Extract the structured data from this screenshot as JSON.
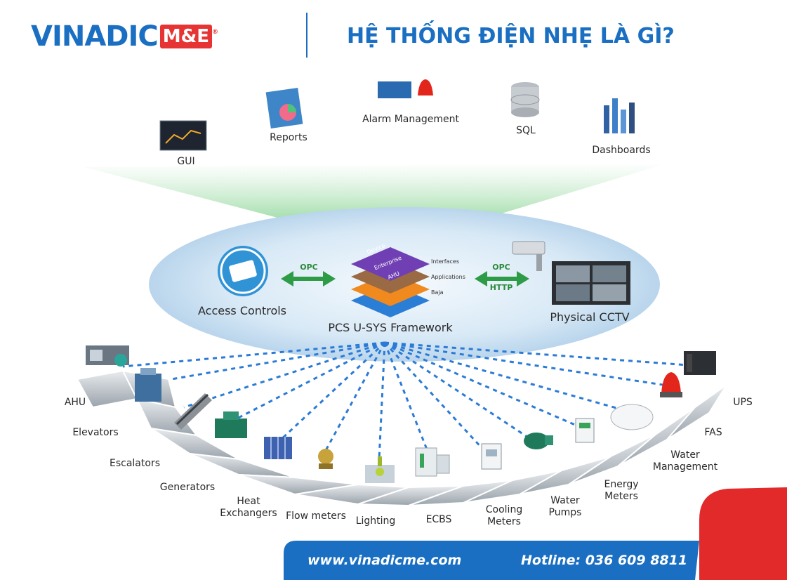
{
  "header": {
    "logo_text": "VINADIC",
    "logo_badge": "M&E",
    "logo_reg": "®",
    "title": "HỆ THỐNG ĐIỆN NHẸ LÀ GÌ?"
  },
  "diagram": {
    "top_nodes": {
      "gui": "GUI",
      "reports": "Reports",
      "alarm": "Alarm Management",
      "sql": "SQL",
      "dashboards": "Dashboards"
    },
    "center": {
      "framework": "PCS U-SYS Framework",
      "layer_device": "Device",
      "layer_enterprise": "Enterprise",
      "layer_ahu": "AHU",
      "side_interfaces": "Interfaces",
      "side_applications": "Applications",
      "side_baja": "Baja",
      "access_controls": "Access Controls",
      "cctv": "Physical CCTV",
      "opc_left": "OPC",
      "opc_right": "OPC",
      "http_right": "HTTP"
    },
    "devices": {
      "ahu": "AHU",
      "elevators": "Elevators",
      "escalators": "Escalators",
      "generators": "Generators",
      "heat_exchangers": "Heat\nExchangers",
      "flow_meters": "Flow meters",
      "lighting": "Lighting",
      "ecbs": "ECBS",
      "cooling_meters": "Cooling\nMeters",
      "water_pumps": "Water\nPumps",
      "energy_meters": "Energy\nMeters",
      "water_management": "Water\nManagement",
      "fas": "FAS",
      "ups": "UPS"
    }
  },
  "footer": {
    "website": "www.vinadicme.com",
    "hotline": "Hotline: 036 609 8811"
  },
  "colors": {
    "brand_blue": "#1a6fc2",
    "brand_red": "#e63434",
    "beam_green": "#7fd38a",
    "ellipse_blue": "#cfe3f3",
    "arrow_green": "#2e9b46"
  }
}
